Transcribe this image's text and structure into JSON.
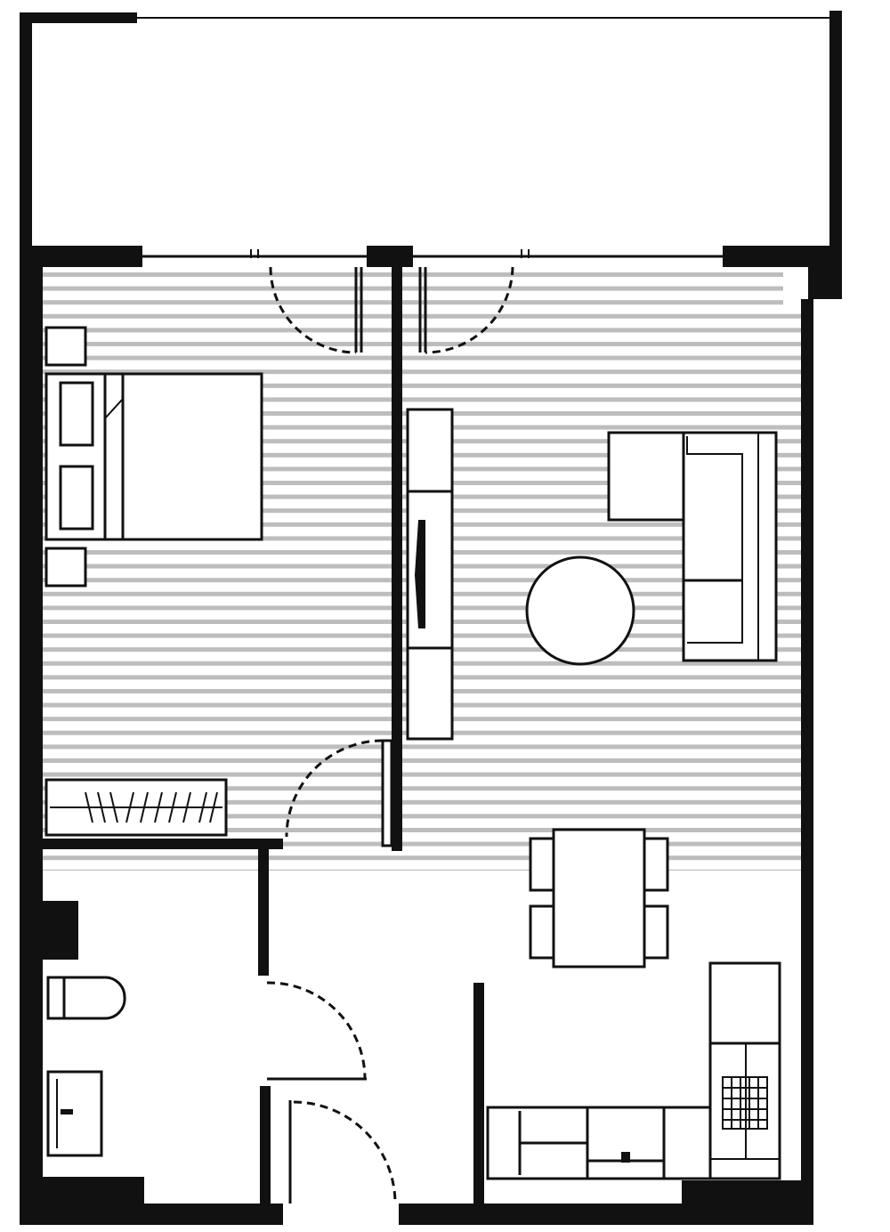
{
  "plan": {
    "type": "apartment-floor-plan",
    "bedrooms": 1,
    "bathrooms": 1,
    "rooms": [
      "balcony",
      "bedroom",
      "living-room",
      "dining",
      "kitchen",
      "bathroom",
      "entry-hall"
    ],
    "flooring": "timber-strip",
    "colors": {
      "wall": "#111111",
      "floor_stripe": "#bdbdbd",
      "background": "#ffffff"
    },
    "labels": []
  }
}
